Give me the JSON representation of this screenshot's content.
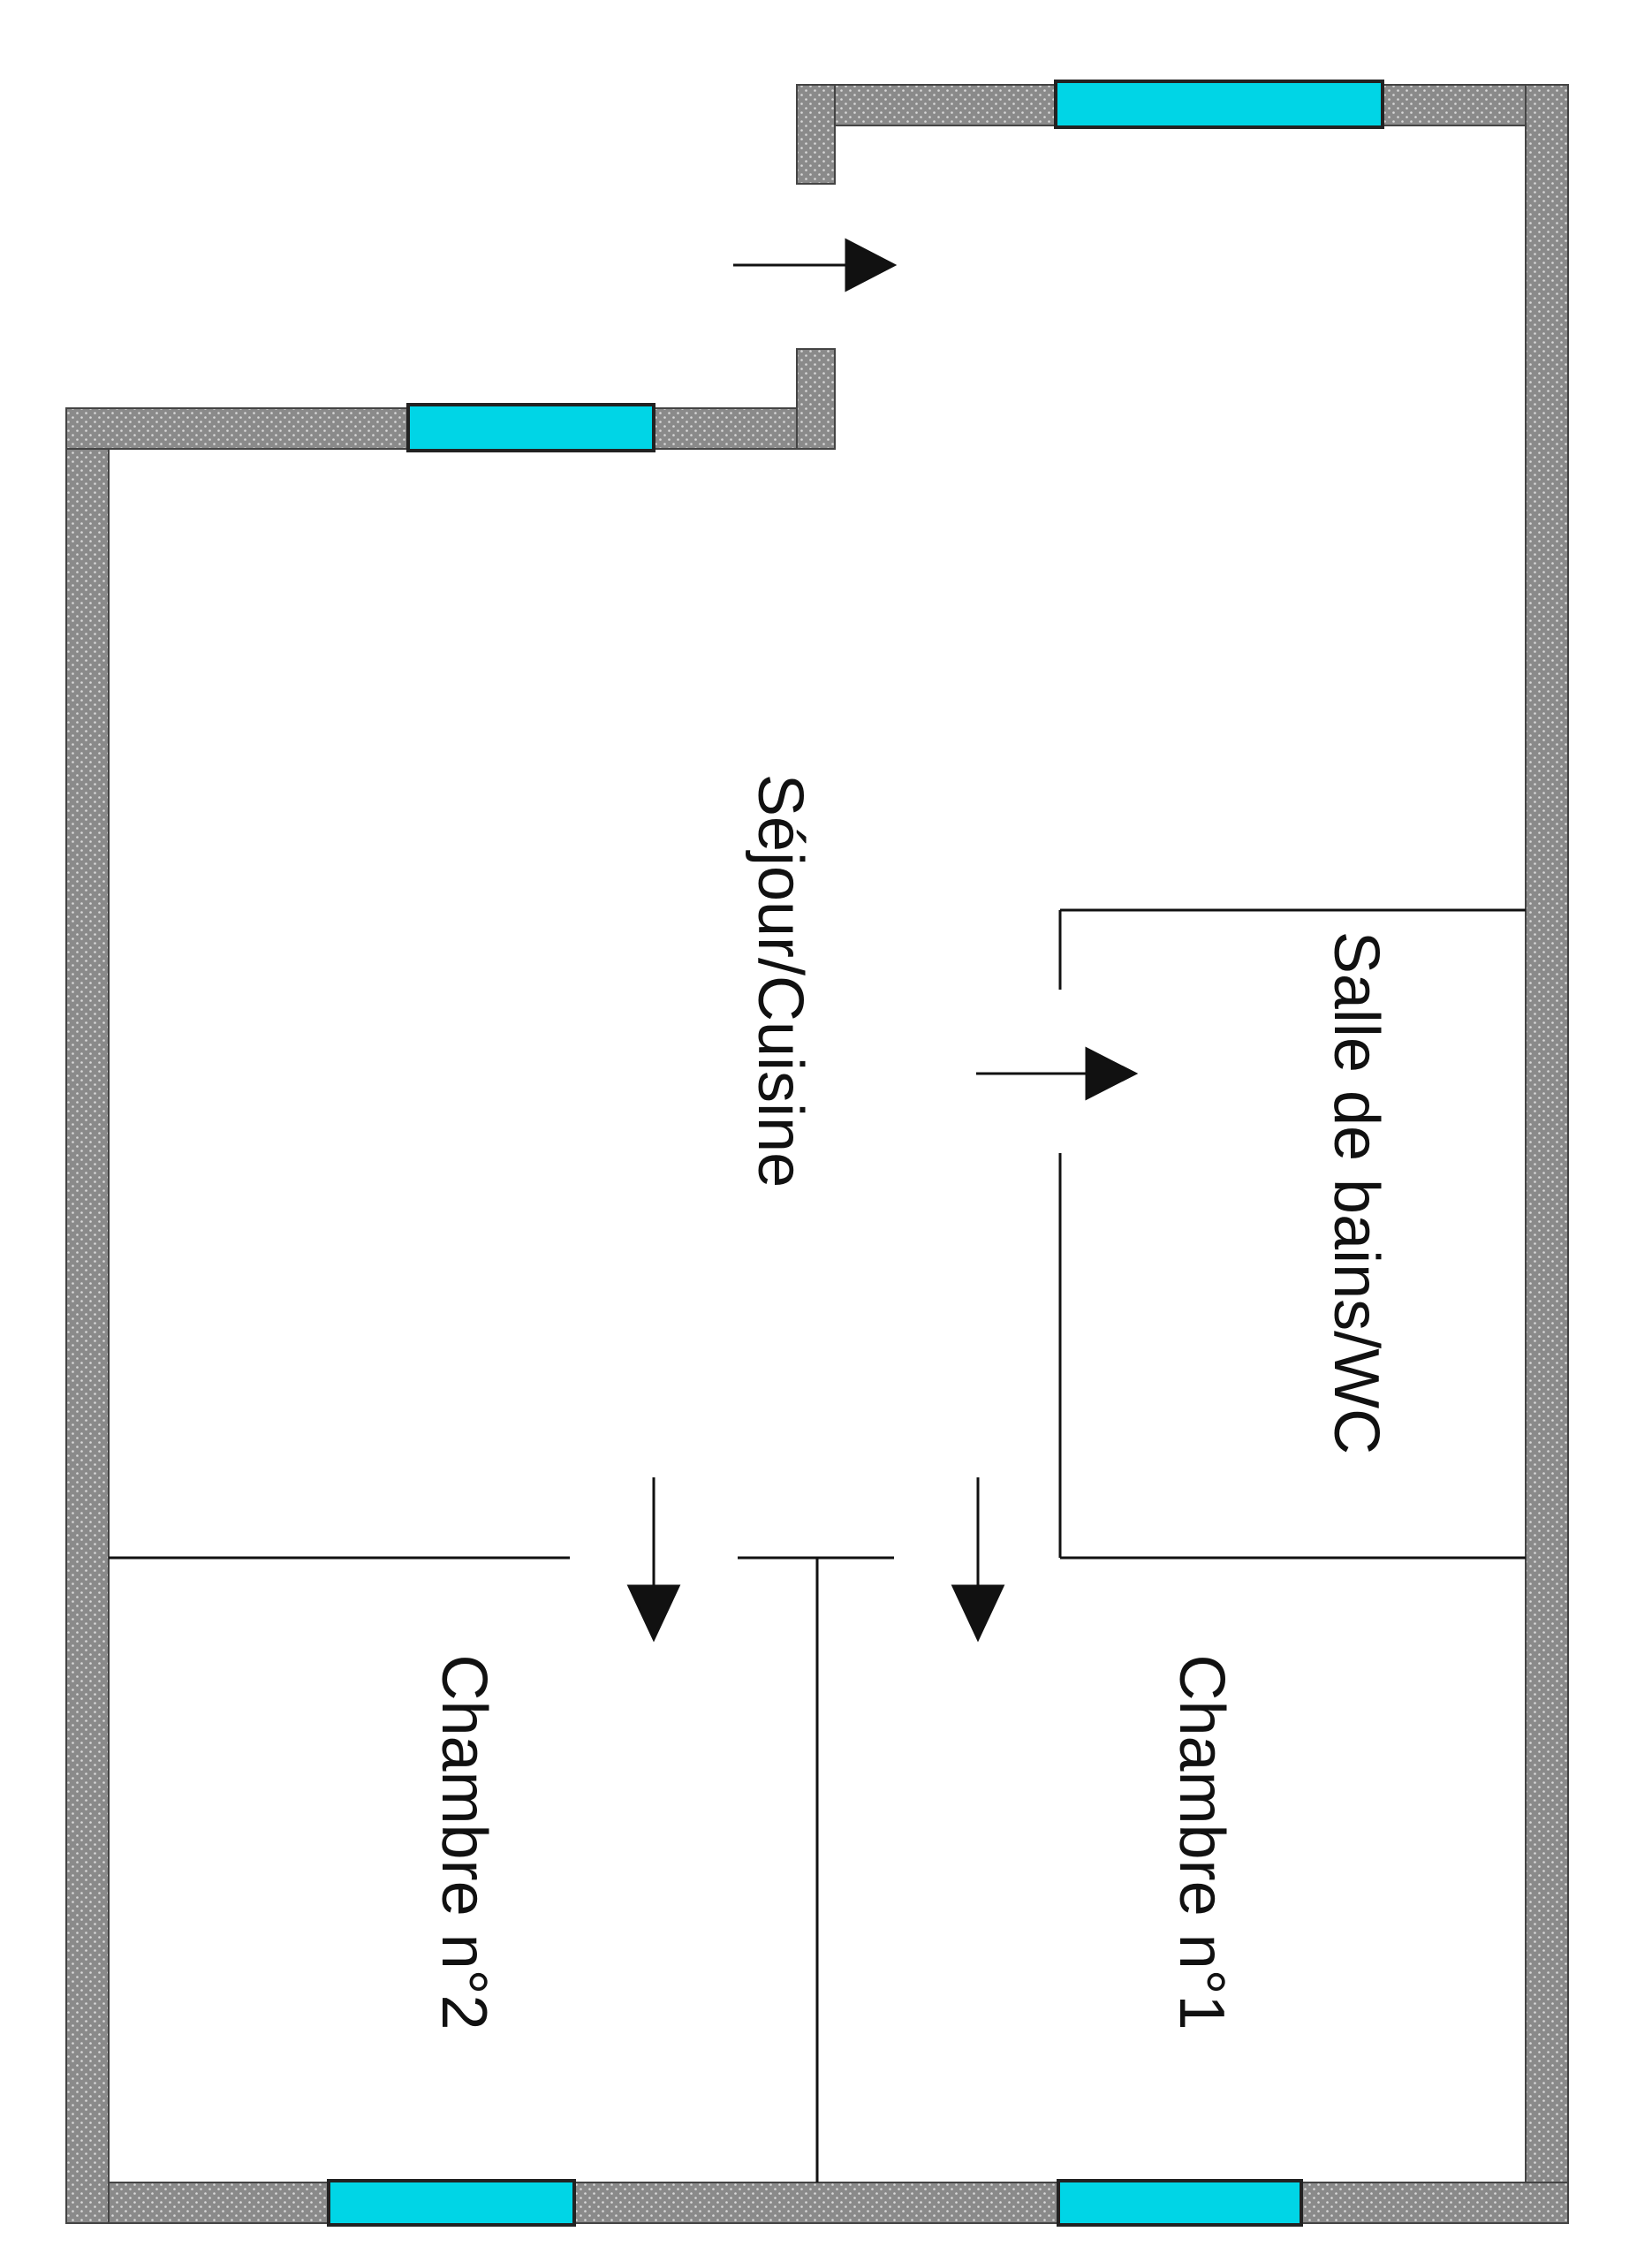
{
  "rooms": {
    "sejour": "Séjour/Cuisine",
    "salle_de_bains": "Salle de bains/WC",
    "chambre_1": "Chambre n°1",
    "chambre_2": "Chambre n°2"
  },
  "colors": {
    "wall_fill": "#8a8a8a",
    "wall_stroke": "#444444",
    "window_fill": "#00d5e6",
    "line": "#111111",
    "background": "#ffffff"
  }
}
